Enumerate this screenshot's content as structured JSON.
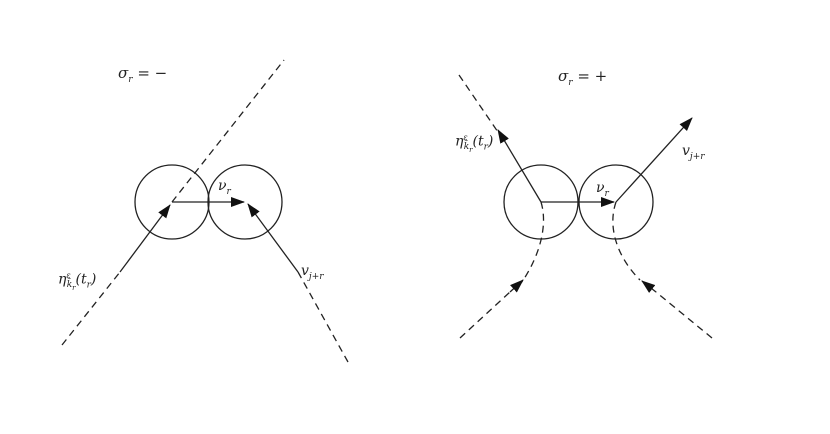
{
  "left_panel": {
    "title": "σ_r = −",
    "labels": {
      "eta": {
        "main": "η",
        "sub": "k̃r",
        "sup": "ε",
        "arg": "(t_r)"
      },
      "nu": {
        "main": "ν",
        "sub": "r"
      },
      "v": {
        "main": "v",
        "sub": "j+r"
      }
    }
  },
  "right_panel": {
    "title": "σ_r = +",
    "labels": {
      "eta": {
        "main": "η",
        "sub": "k̃r",
        "sup": "ε",
        "arg": "(t_r)"
      },
      "nu": {
        "main": "ν",
        "sub": "r"
      },
      "v": {
        "main": "v",
        "sub": "j+r"
      }
    }
  },
  "style": {
    "line_color": "#222222",
    "background": "#ffffff"
  }
}
